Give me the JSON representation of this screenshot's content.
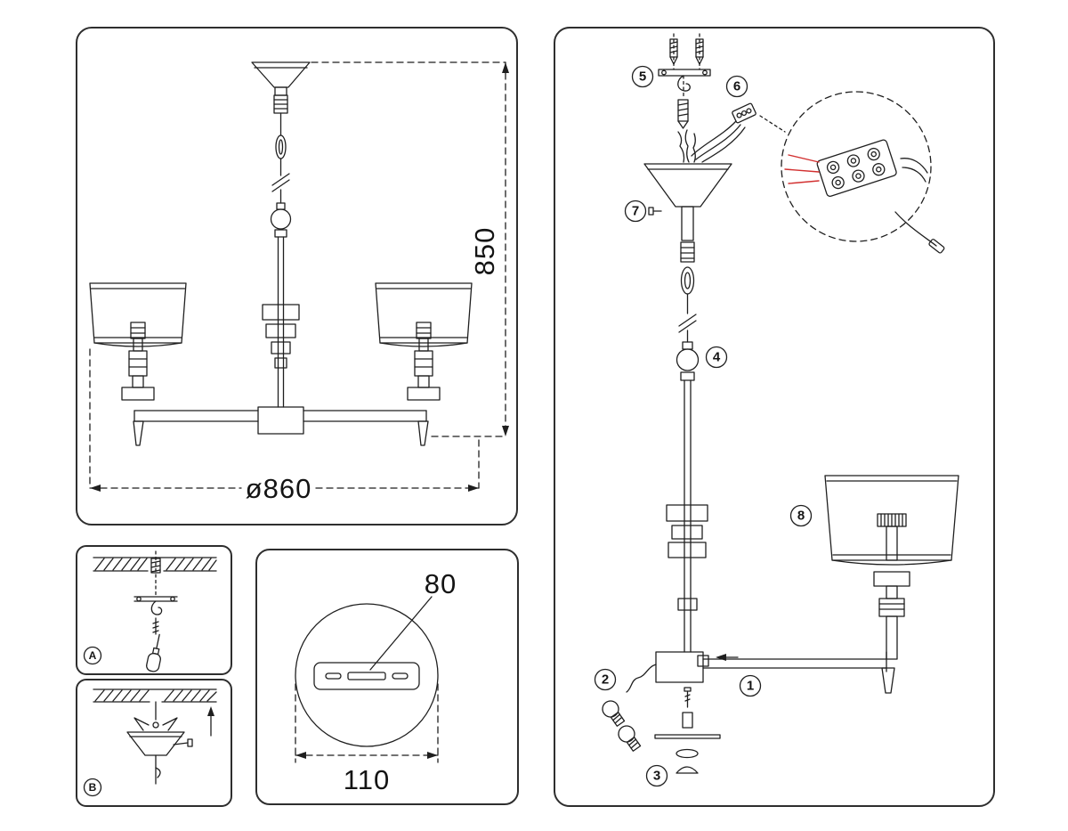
{
  "colors": {
    "line": "#1f1f1f",
    "red_wire": "#d23030",
    "panel_border": "#2e2e2e"
  },
  "dims": {
    "height": "850",
    "diameter": "ø860"
  },
  "mounts": {
    "a": "A",
    "b": "B"
  },
  "plate": {
    "width": "80",
    "length": "110"
  },
  "assembly": {
    "step_1": "1",
    "step_2": "2",
    "step_3": "3",
    "step_4": "4",
    "step_5": "5",
    "step_6": "6",
    "step_7": "7",
    "step_8": "8"
  }
}
